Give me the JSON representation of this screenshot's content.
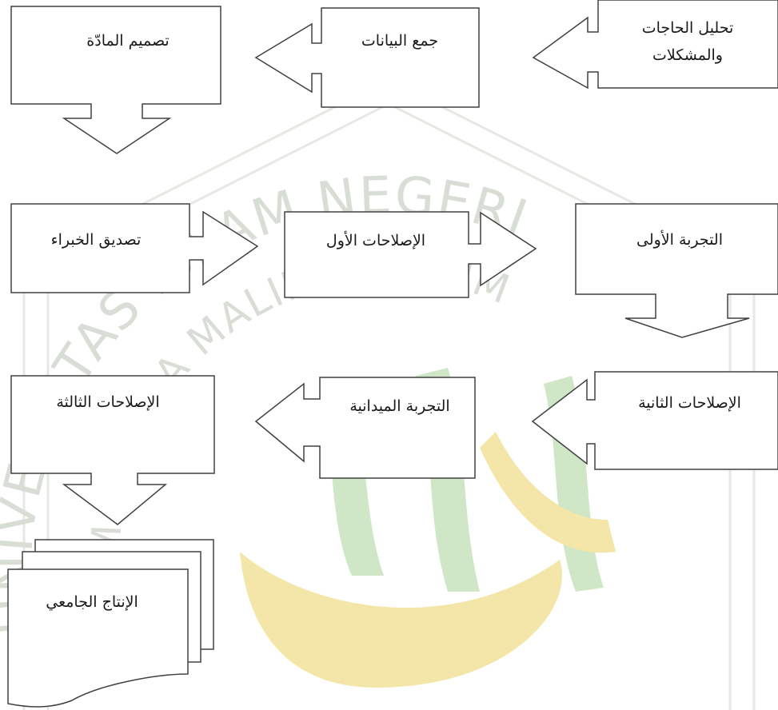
{
  "watermark": {
    "outer_text": "UNIVERSITAS ISLAM NEGERI",
    "inner_text": "MAULANA MALIK IBRAHIM",
    "colors": {
      "ring": "#e6e9e3",
      "text": "#d8ddd5",
      "calligraphy_green": "#cfe6c7",
      "calligraphy_yellow": "#f3e6a8"
    }
  },
  "steps": [
    {
      "id": "needs",
      "label": "تحليل الحاجات والمشكلات",
      "lines": [
        "تحليل الحاجات",
        "والمشكلات"
      ]
    },
    {
      "id": "collect",
      "label": "جمع البيانات"
    },
    {
      "id": "design",
      "label": "تصميم المادّة"
    },
    {
      "id": "validation",
      "label": "تصديق الخبراء"
    },
    {
      "id": "revision1",
      "label": "الإصلاحات الأول"
    },
    {
      "id": "trial1",
      "label": "التجربة الأولى"
    },
    {
      "id": "revision2",
      "label": "الإصلاحات الثانية"
    },
    {
      "id": "field",
      "label": "التجربة الميدانية"
    },
    {
      "id": "revision3",
      "label": "الإصلاحات الثالثة"
    },
    {
      "id": "product",
      "label": "الإنتاج الجامعي"
    }
  ],
  "colors": {
    "stroke": "#404040",
    "text": "#1a1a1a",
    "background": "#ffffff"
  }
}
